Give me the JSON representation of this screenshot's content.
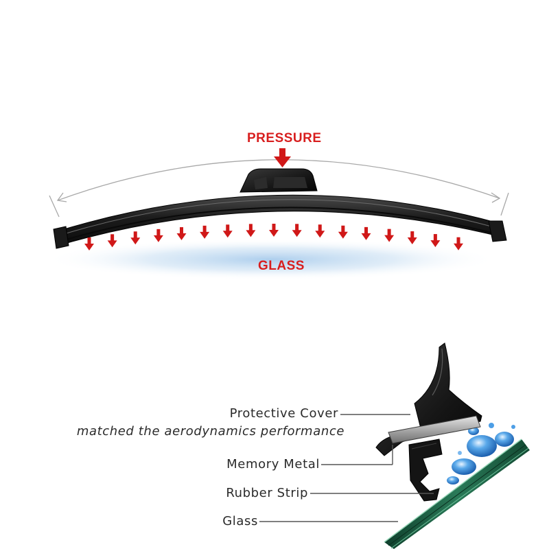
{
  "top_diagram": {
    "pressure_label": "PRESSURE",
    "glass_label": "GLASS",
    "pressure_arrow_count": 17,
    "arrow_color": "#d01818",
    "label_color": "#d81e1e"
  },
  "cross_section": {
    "protective_cover": "Protective Cover",
    "protective_cover_subtitle": "matched the aerodynamics performance",
    "memory_metal": "Memory Metal",
    "rubber_strip": "Rubber Strip",
    "glass": "Glass",
    "glass_color": "#1f6a4a"
  }
}
